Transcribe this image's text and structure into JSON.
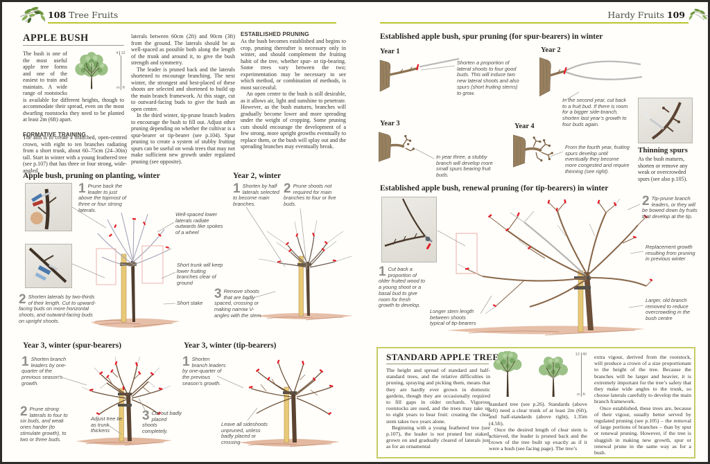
{
  "colors": {
    "accent_olive": "#b9c42e",
    "cut_mark_red": "#e41e26",
    "foliage_green": "#9cc187"
  },
  "left_header": {
    "page_num": "108",
    "section": "Tree Fruits"
  },
  "right_header": {
    "section": "Hardy Fruits",
    "page_num": "109"
  },
  "left": {
    "title": "APPLE BUSH",
    "intro": "The bush is one of the most useful apple tree forms and one of the easiest to train and maintain. A wide range of rootstocks is available for different heights, though to accommodate their spread, even on the most dwarfing rootstocks they need to be planted at least 2m (6ft) apart.",
    "scale_small": {
      "top_left": "4",
      "top_right": "12",
      "bottom_left": "m",
      "bottom_right": "ft"
    },
    "formative_title": "FORMATIVE TRAINING",
    "formative_p1": "The aim is to create a branched, open-centred crown, with eight to ten branches radiating from a short trunk, about 60–75cm (24–30in) tall. Start in winter with a young feathered tree (see p.107) that has three or four strong, wide-angled",
    "col2_p1": "laterals between 60cm (2ft) and 90cm (3ft) from the ground. The laterals should be as well-spaced as possible both along the length of the trunk and around it, to give the bush strength and symmetry.",
    "col2_p2": "The leader is pruned back and the laterals shortened to encourage branching. The next winter, the strongest and best-placed of these shoots are selected and shortened to build up the main branch framework. At this stage, cut to outward-facing buds to give the bush an open centre.",
    "col2_p3": "In the third winter, tip-prune branch leaders to encourage the bush to fill out. Adjust other pruning depending on whether the cultivar is a spur-bearer or tip-bearer (see p.104). Spur pruning to create a system of stubby fruiting spurs can be useful on weak trees that may not make sufficient new growth under regulated pruning (see opposite).",
    "established_title": "ESTABLISHED PRUNING",
    "col3_p1": "As the bush becomes established and begins to crop, pruning thereafter is necessary only in winter, and should complement the fruiting habit of the tree, whether spur- or tip-bearing. Some trees vary between the two; experimentation may be necessary to see which method, or combination of methods, is most successful.",
    "col3_p2": "An open centre to the bush is still desirable, as it allows air, light and sunshine to penetrate. However, as the bush matures, branches will gradually become lower and more spreading under the weight of cropping. Some pruning cuts should encourage the development of a few strong, more upright growths eventually to replace them, or the bush will splay out and the spreading branches may eventually break.",
    "planting": {
      "title": "Apple bush, pruning on planting, winter",
      "step1_num": "1",
      "step1": "Prune back the leader to just above the topmost of three or four strong laterals.",
      "step2_num": "2",
      "step2": "Shorten laterals by two-thirds of their length. Cut to upward-facing buds on more horizontal shoots, and outward-facing buds on upright shoots.",
      "callout_spokes": "Well-spaced lower laterals radiate outwards like spokes of a wheel",
      "callout_trunk": "Short trunk will keep lower fruiting branches clear of ground",
      "callout_stake": "Short stake"
    },
    "year2": {
      "title": "Year 2, winter",
      "step1_num": "1",
      "step1": "Shorten by half laterals selected to become main branches.",
      "step2_num": "2",
      "step2": "Prune shoots not required for main branches to four or five buds.",
      "step3_num": "3",
      "step3": "Remove shoots that are badly spaced, crossing or making narrow V-angles with the stem."
    },
    "year3spur": {
      "title": "Year 3, winter (spur-bearers)",
      "step1_num": "1",
      "step1": "Shorten branch leaders by one-quarter of the previous season’s growth.",
      "step2_num": "2",
      "step2": "Prune strong laterals to four to six buds, and weak ones harder (to stimulate growth), to two or three buds.",
      "step3_num": "3",
      "step3": "Cut out badly placed shoots completely.",
      "callout_tie": "Adjust tree tie as trunk thickens"
    },
    "year3tip": {
      "title": "Year 3, winter (tip-bearers)",
      "step1_num": "1",
      "step1": "Shorten branch leaders by one-quarter of the previous season’s growth.",
      "callout_sideshoots": "Leave all sideshoots unpruned, unless badly placed or crossing"
    }
  },
  "right": {
    "spur": {
      "title": "Established apple bush, spur pruning (for spur-bearers) in winter",
      "year1_label": "Year 1",
      "year1_caption": "Shorten a proportion of lateral shoots to four good buds. This will induce two new lateral shoots and also spurs (short fruiting stems) to grow.",
      "year2_label": "Year 2",
      "year2_caption": "In the second year, cut back to a fruit bud. If there is room for a bigger side-branch, shorten last year’s growth to four buds again.",
      "year3_label": "Year 3",
      "year3_caption": "In year three, a stubby branch will develop more small spurs bearing fruit buds.",
      "year4_label": "Year 4",
      "year4_caption": "From the fourth year, fruiting spurs develop until eventually they become more congested and require thinning (see right).",
      "thinning_title": "Thinning spurs",
      "thinning_text": "As the bush matures, shorten or remove any weak or overcrowded spurs (see also p.105)."
    },
    "renewal": {
      "title": "Established apple bush, renewal pruning (for tip-bearers) in winter",
      "step1_num": "1",
      "step1": "Cut back a proportion of older fruited wood to a young shoot or a basal bud to give room for fresh growth to develop.",
      "step2_num": "2",
      "step2": "Tip-prune branch leaders, or they will be bowed down by fruits that develop at the tip.",
      "callout_longer": "Longer stem length between shoots typical of tip-bearers",
      "callout_replacement": "Replacement growth resulting from pruning in previous winter",
      "callout_larger": "Larger, old branch removed to reduce overcrowding in the bush centre"
    },
    "standard": {
      "title": "STANDARD APPLE TREES",
      "col1_p1": "The height and spread of standard and half-standard trees, and the relative difficulties in pruning, spraying and picking them, means that they are hardly ever grown in domestic gardens, though they are occasionally required to fill gaps in older orchards. Vigorous rootstocks are used, and the trees may take up to eight years to bear fruit: creating the clear stem takes two years alone.",
      "col1_p2": "Beginning with a young feathered tree (see p.107), the leader is not pruned but staked, grown on and gradually cleared of laterals just as for an ornamental",
      "mid_p1": "standard tree (see p.26). Standards (above left) need a clear trunk of at least 2m (6ft), and half-standards (above right), 1.35m (4.5ft).",
      "mid_p2": "Once the desired length of clear stem is achieved, the leader is pruned back and the crown of the tree built up exactly as if it were a bush (see facing page). The tree’s",
      "col3_p1": "extra vigour, derived from the rootstock, will produce a crown of a size proportionate to the height of the tree. Because the branches will be larger and heavier, it is extremely important for the tree’s safety that they make wide angles to the trunk, so choose laterals carefully to develop the main branch framework.",
      "col3_p2": "Once established, these trees are, because of their vigour, usually better served by regulated pruning (see p.105) – the removal of large portions of branches – than by spur or renewal pruning. However, if the tree is sluggish in making new growth, spur or renewal prune in the same way as for a bush.",
      "scale": {
        "top_left": "12",
        "top_right": "40",
        "bottom_left": "m",
        "bottom_right": "ft"
      }
    }
  }
}
